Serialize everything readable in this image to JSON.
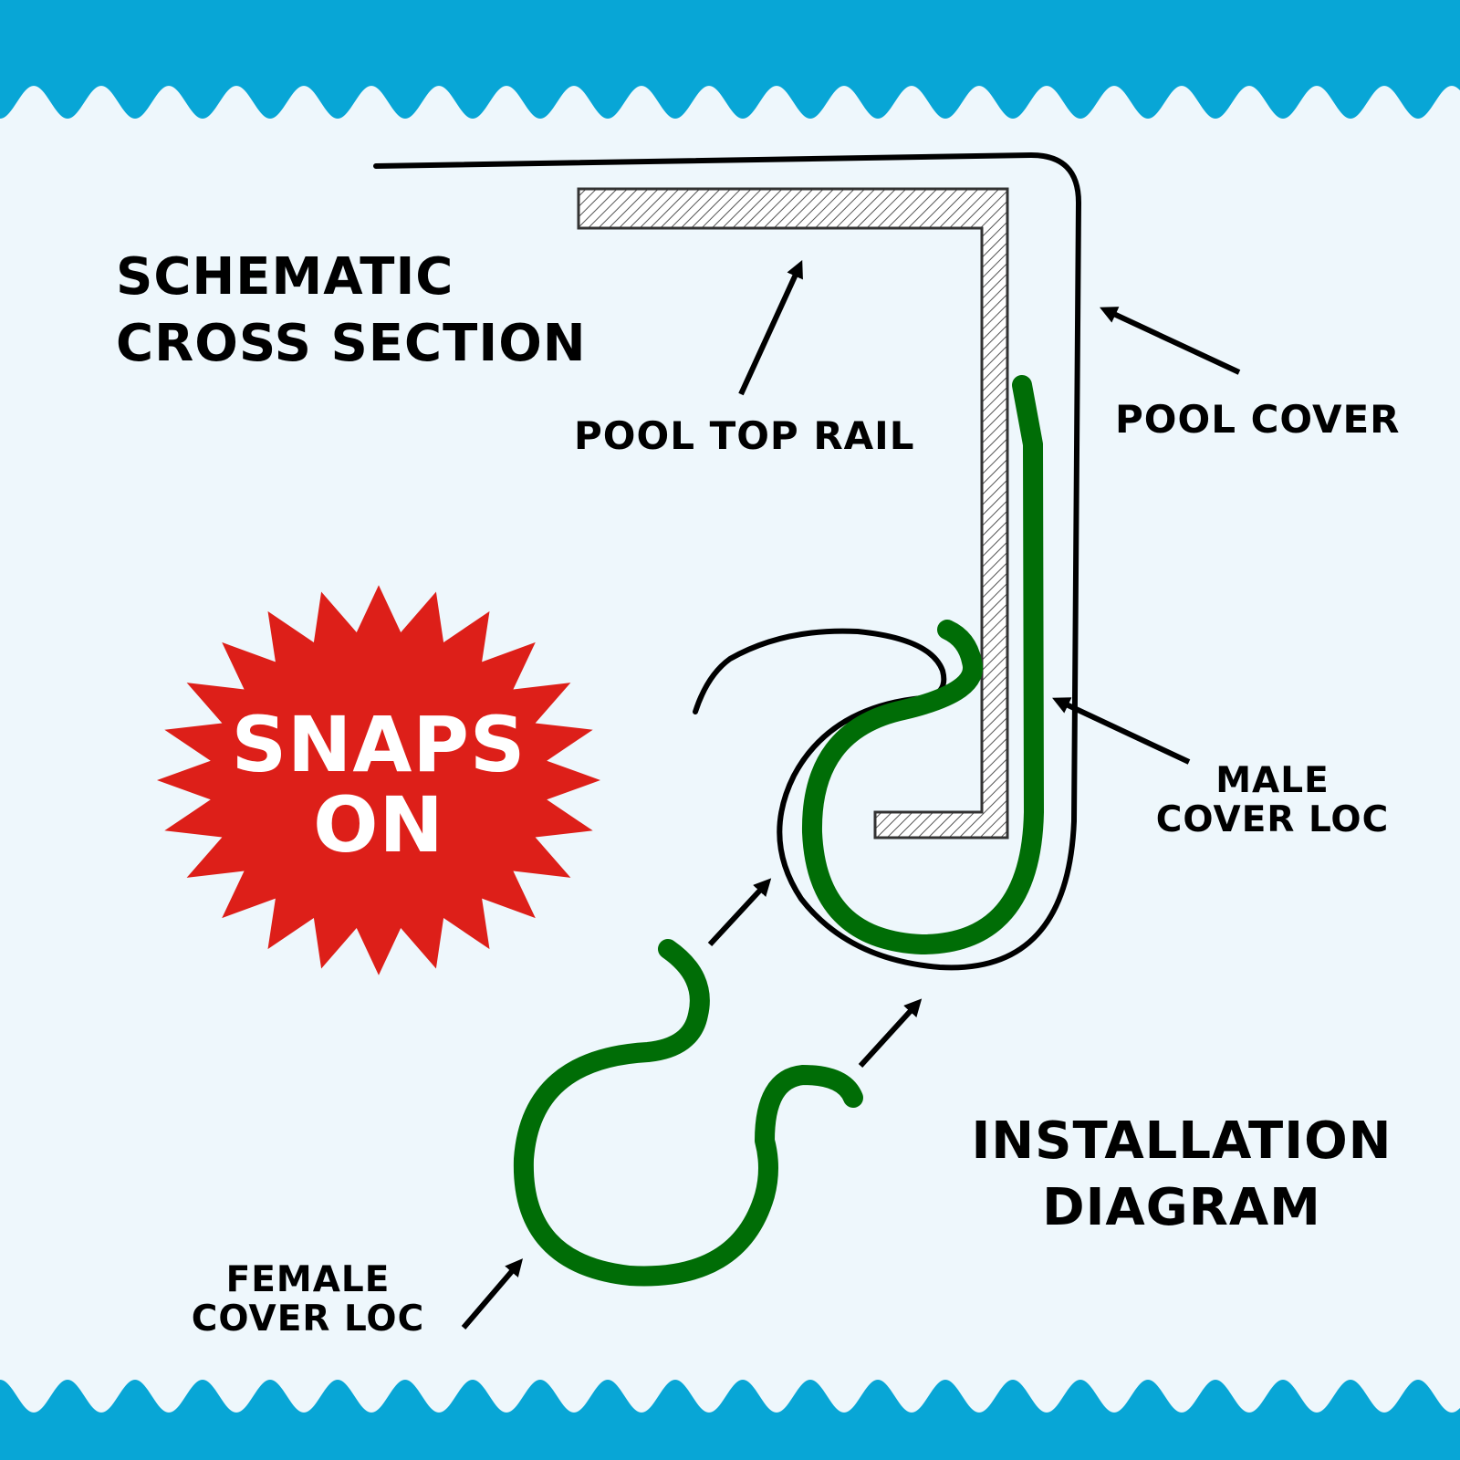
{
  "titles": {
    "schematic": [
      "SCHEMATIC",
      "CROSS SECTION"
    ],
    "installation": [
      "INSTALLATION",
      "DIAGRAM"
    ]
  },
  "labels": {
    "pool_top_rail": "POOL TOP RAIL",
    "pool_cover": "POOL COVER",
    "male_cover_loc": [
      "MALE",
      "COVER LOC"
    ],
    "female_cover_loc": [
      "FEMALE",
      "COVER LOC"
    ]
  },
  "badge": {
    "text": [
      "SNAPS",
      "ON"
    ]
  },
  "colors": {
    "wave": "#08a6d6",
    "background": "#eef7fc",
    "cover_loc": "#006d06",
    "badge": "#dd1f19"
  }
}
